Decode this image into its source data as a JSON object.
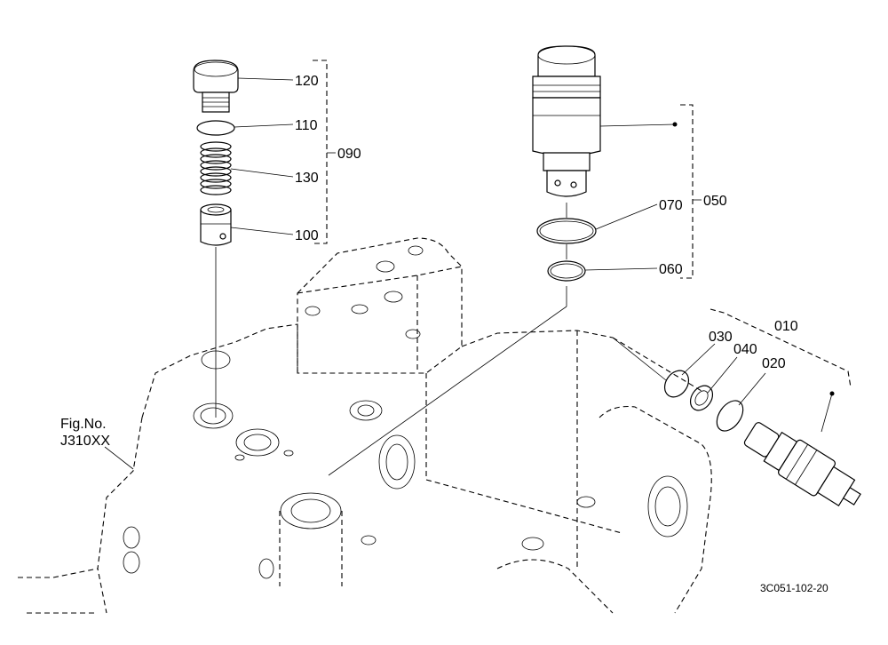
{
  "callouts": {
    "p120": "120",
    "p110": "110",
    "p130": "130",
    "p100": "100",
    "p090": "090",
    "p070": "070",
    "p050": "050",
    "p060": "060",
    "p030": "030",
    "p040": "040",
    "p020": "020",
    "p010": "010"
  },
  "figure_ref": {
    "line1": "Fig.No.",
    "line2": "J310XX"
  },
  "drawing_number": "3C051-102-20"
}
